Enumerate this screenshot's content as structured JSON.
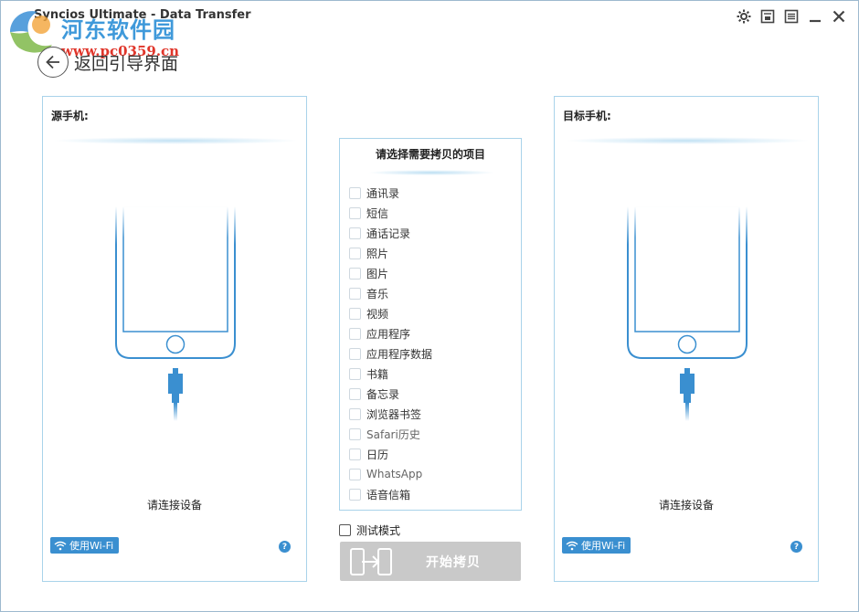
{
  "window": {
    "title": "Syncios Ultimate - Data Transfer"
  },
  "watermark": {
    "text": "河东软件园",
    "url": "www.pc0359.cn"
  },
  "back": {
    "label": "返回引导界面"
  },
  "source_panel": {
    "title": "源手机:",
    "connect_label": "请连接设备",
    "wifi_label": "使用Wi-Fi",
    "help": "?"
  },
  "target_panel": {
    "title": "目标手机:",
    "connect_label": "请连接设备",
    "wifi_label": "使用Wi-Fi",
    "help": "?"
  },
  "items_box": {
    "title": "请选择需要拷贝的项目",
    "items": [
      {
        "label": "通讯录"
      },
      {
        "label": "短信"
      },
      {
        "label": "通话记录"
      },
      {
        "label": "照片"
      },
      {
        "label": "图片"
      },
      {
        "label": "音乐"
      },
      {
        "label": "视频"
      },
      {
        "label": "应用程序"
      },
      {
        "label": "应用程序数据"
      },
      {
        "label": "书籍"
      },
      {
        "label": "备忘录"
      },
      {
        "label": "浏览器书签"
      },
      {
        "label": "Safari历史"
      },
      {
        "label": "日历"
      },
      {
        "label": "WhatsApp"
      },
      {
        "label": "语音信箱"
      }
    ]
  },
  "test_mode": {
    "label": "测试模式"
  },
  "start_button": {
    "label": "开始拷贝"
  },
  "colors": {
    "accent": "#3a8fd0",
    "panel_border": "#a9d3ea",
    "disabled_button": "#c9c9c9"
  }
}
